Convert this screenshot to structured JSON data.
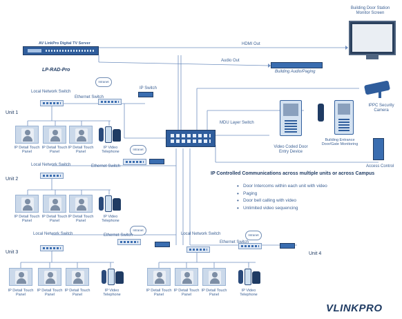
{
  "server": {
    "label": "AV LinkPro Digital TV Server",
    "model": "LP-RAD-Pro"
  },
  "monitor": {
    "caption": "Building Door Station Monitor Screen"
  },
  "links": {
    "hdmi_out": "HDMI Out",
    "audio_out": "Audio Out"
  },
  "audio_paging": {
    "label": "Building Audio/Paging"
  },
  "camera": {
    "label": "IPPC Security Camera"
  },
  "core_switch": {
    "label": "MDU Layer Switch"
  },
  "door_devices": {
    "coded_entry": "Video Coded Door Entry Device",
    "building_entrance": "Building Entrance Door/Gate Monitoring"
  },
  "access_control": {
    "label": "Access Control"
  },
  "headline": "IP Controlled Communications across multiple units or across Campus",
  "features": [
    "Door Intercoms within each unit with video",
    "Paging",
    "Door bell calling with video",
    "Unlimited video sequencing"
  ],
  "units": [
    {
      "name": "Unit 1"
    },
    {
      "name": "Unit 2"
    },
    {
      "name": "Unit 3"
    },
    {
      "name": "Unit 4"
    }
  ],
  "device_labels": {
    "panel": "IP Detail Touch Panel",
    "phone": "IP Video Telephone",
    "switch": "Ethernet Switch",
    "cloud": "Intranet",
    "unit_switch": "Local Network Switch",
    "ip_switch": "IP Switch"
  },
  "brand": {
    "logo_text": "VLINKPRO"
  }
}
